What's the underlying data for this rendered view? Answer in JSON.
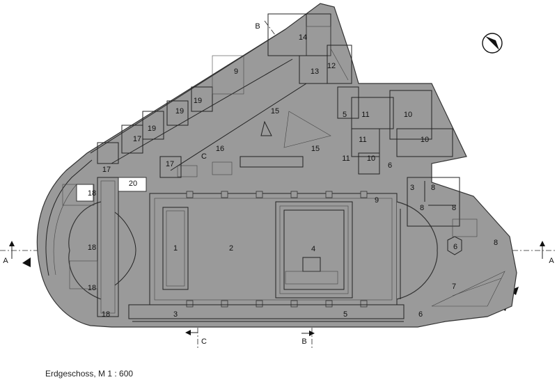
{
  "caption": "Erdgeschoss, M 1 : 600",
  "section_labels": {
    "a_left": "A",
    "a_right": "A",
    "b_top": "B",
    "b_bottom": "B",
    "c_top": "C",
    "c_bottom": "C"
  },
  "rooms": {
    "r1": "1",
    "r2": "2",
    "r3_left": "3",
    "r3_right": "3",
    "r4": "4",
    "r5_upper": "5",
    "r5_lower": "5",
    "r6_right": "6",
    "r6_circle": "6",
    "r6_lower": "6",
    "r7": "7",
    "r8_a": "8",
    "r8_b": "8",
    "r8_c": "8",
    "r8_d": "8",
    "r9_upper": "9",
    "r9_lower": "9",
    "r10_a": "10",
    "r10_b": "10",
    "r10_c": "10",
    "r11_a": "11",
    "r11_b": "11",
    "r11_c": "11",
    "r12": "12",
    "r13": "13",
    "r14": "14",
    "r15_a": "15",
    "r15_b": "15",
    "r16": "16",
    "r17_a": "17",
    "r17_b": "17",
    "r17_c": "17",
    "r18_a": "18",
    "r18_b": "18",
    "r18_c": "18",
    "r18_d": "18",
    "r19_a": "19",
    "r19_b": "19",
    "r19_c": "19",
    "r20": "20"
  }
}
